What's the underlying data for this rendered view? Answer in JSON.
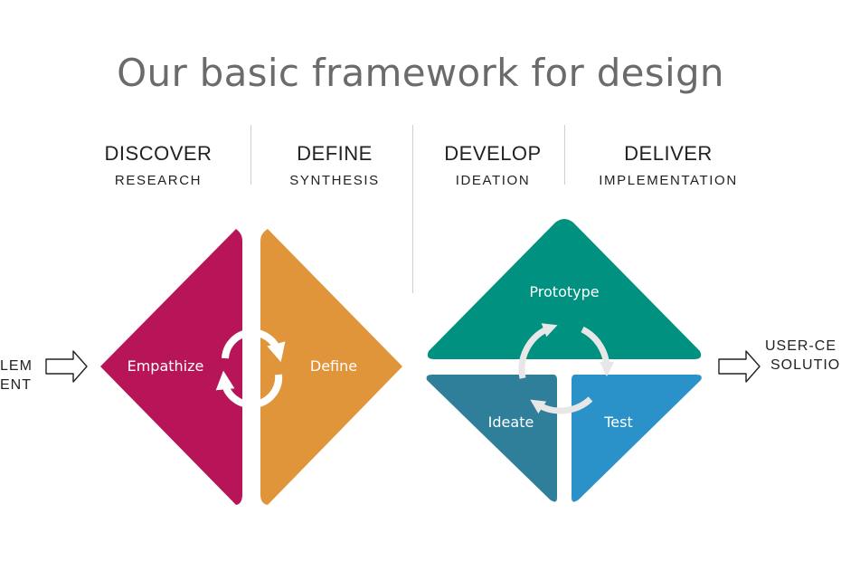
{
  "title": "Our basic framework for design",
  "phases": [
    {
      "name": "DISCOVER",
      "sub": "RESEARCH"
    },
    {
      "name": "DEFINE",
      "sub": "SYNTHESIS"
    },
    {
      "name": "DEVELOP",
      "sub": "IDEATION"
    },
    {
      "name": "DELIVER",
      "sub": "IMPLEMENTATION"
    }
  ],
  "input": {
    "line1": "LEM",
    "line2": "ENT"
  },
  "output": {
    "line1": "USER-CE",
    "line2": "SOLUTIO"
  },
  "left_diamond": {
    "left_label": "Empathize",
    "right_label": "Define",
    "left_color": "#b81558",
    "right_color": "#e0953a"
  },
  "right_diamond": {
    "top_label": "Prototype",
    "left_label": "Ideate",
    "right_label": "Test",
    "top_color": "#009180",
    "left_color": "#2f7f9a",
    "right_color": "#2a92c9"
  }
}
